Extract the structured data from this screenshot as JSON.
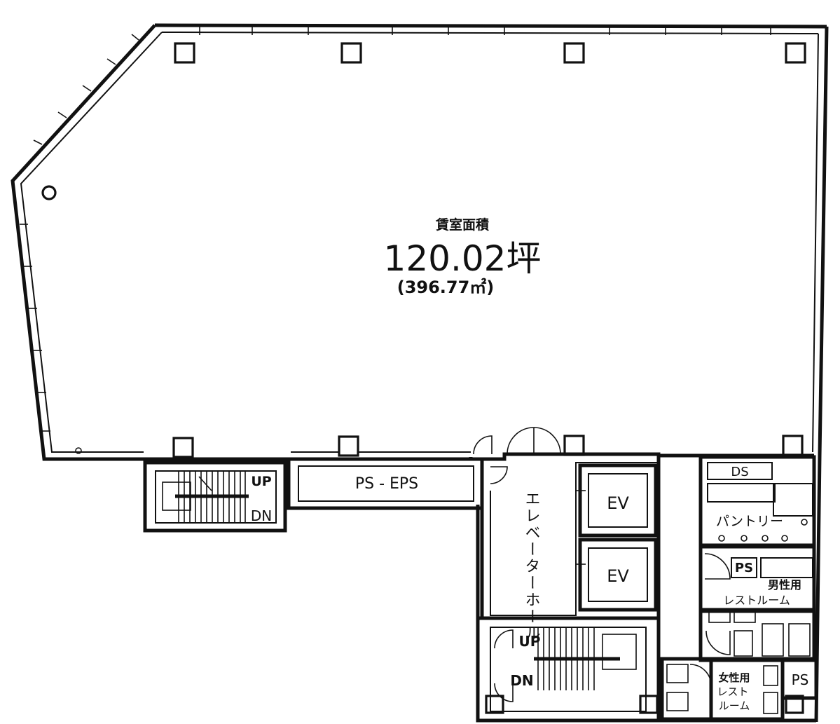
{
  "area": {
    "heading": "賃室面積",
    "tsubo": "120.02坪",
    "sqm": "(396.77㎡)"
  },
  "rooms": {
    "ps_eps": "PS - EPS",
    "elevator_hall": "エレベーターホール",
    "ev_upper": "EV",
    "ev_lower": "EV",
    "ds": "DS",
    "pantry": "パントリー",
    "ps_men": "PS",
    "mens_restroom_line1": "男性用",
    "mens_restroom_line2": "レストルーム",
    "womens_restroom_line1": "女性用",
    "womens_restroom_line2": "レスト",
    "womens_restroom_line3": "ルーム",
    "ps_corner": "PS"
  },
  "stairs": {
    "left_up": "UP",
    "left_dn": "DN",
    "bottom_up": "UP",
    "bottom_dn": "DN"
  }
}
